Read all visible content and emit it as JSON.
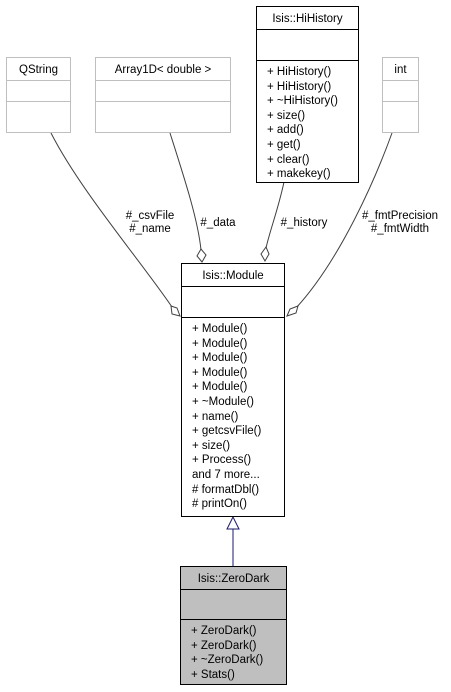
{
  "classes": {
    "qstring": {
      "name": "QString",
      "attributes": [],
      "methods": []
    },
    "array1d": {
      "name": "Array1D< double >",
      "attributes": [],
      "methods": []
    },
    "hihistory": {
      "name": "Isis::HiHistory",
      "attributes": [],
      "methods": [
        "+ HiHistory()",
        "+ HiHistory()",
        "+ ~HiHistory()",
        "+ size()",
        "+ add()",
        "+ get()",
        "+ clear()",
        "+ makekey()"
      ]
    },
    "int": {
      "name": "int",
      "attributes": [],
      "methods": []
    },
    "module": {
      "name": "Isis::Module",
      "attributes": [],
      "methods": [
        "+ Module()",
        "+ Module()",
        "+ Module()",
        "+ Module()",
        "+ Module()",
        "+ ~Module()",
        "+ name()",
        "+ getcsvFile()",
        "+ size()",
        "+ Process()",
        "and 7 more...",
        "# formatDbl()",
        "# printOn()"
      ]
    },
    "zerodark": {
      "name": "Isis::ZeroDark",
      "attributes": [],
      "methods": [
        "+ ZeroDark()",
        "+ ZeroDark()",
        "+ ~ZeroDark()",
        "+ Stats()"
      ]
    }
  },
  "edges": {
    "csv": {
      "line1": "#_csvFile",
      "line2": "#_name"
    },
    "data": {
      "line1": "#_data"
    },
    "history": {
      "line1": "#_history"
    },
    "fmt": {
      "line1": "#_fmtPrecision",
      "line2": "#_fmtWidth"
    }
  },
  "colors": {
    "association": "#404040",
    "inheritance": "#191970",
    "focus_fill": "#bfbfbf",
    "external_border": "#bfbfbf"
  }
}
